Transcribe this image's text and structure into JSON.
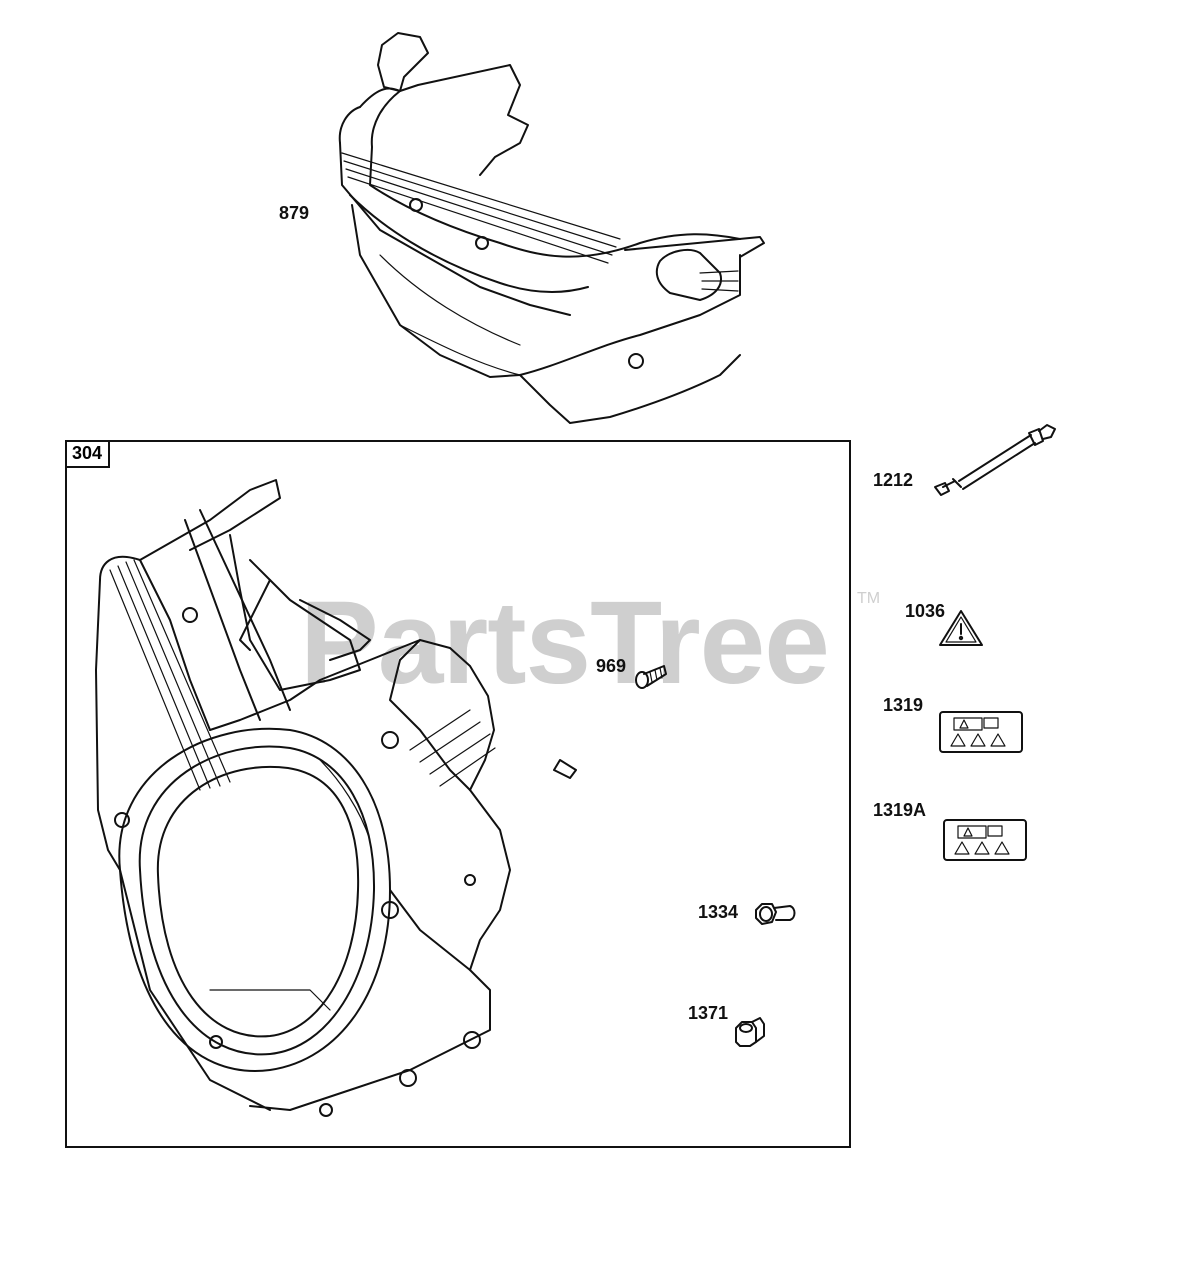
{
  "watermark": {
    "text": "PartsTree",
    "tm": "TM"
  },
  "group": {
    "label": "304"
  },
  "callouts": {
    "p879": "879",
    "p1212": "1212",
    "p1036": "1036",
    "p1319": "1319",
    "p1319a": "1319A",
    "p969": "969",
    "p1334": "1334",
    "p1371": "1371"
  }
}
